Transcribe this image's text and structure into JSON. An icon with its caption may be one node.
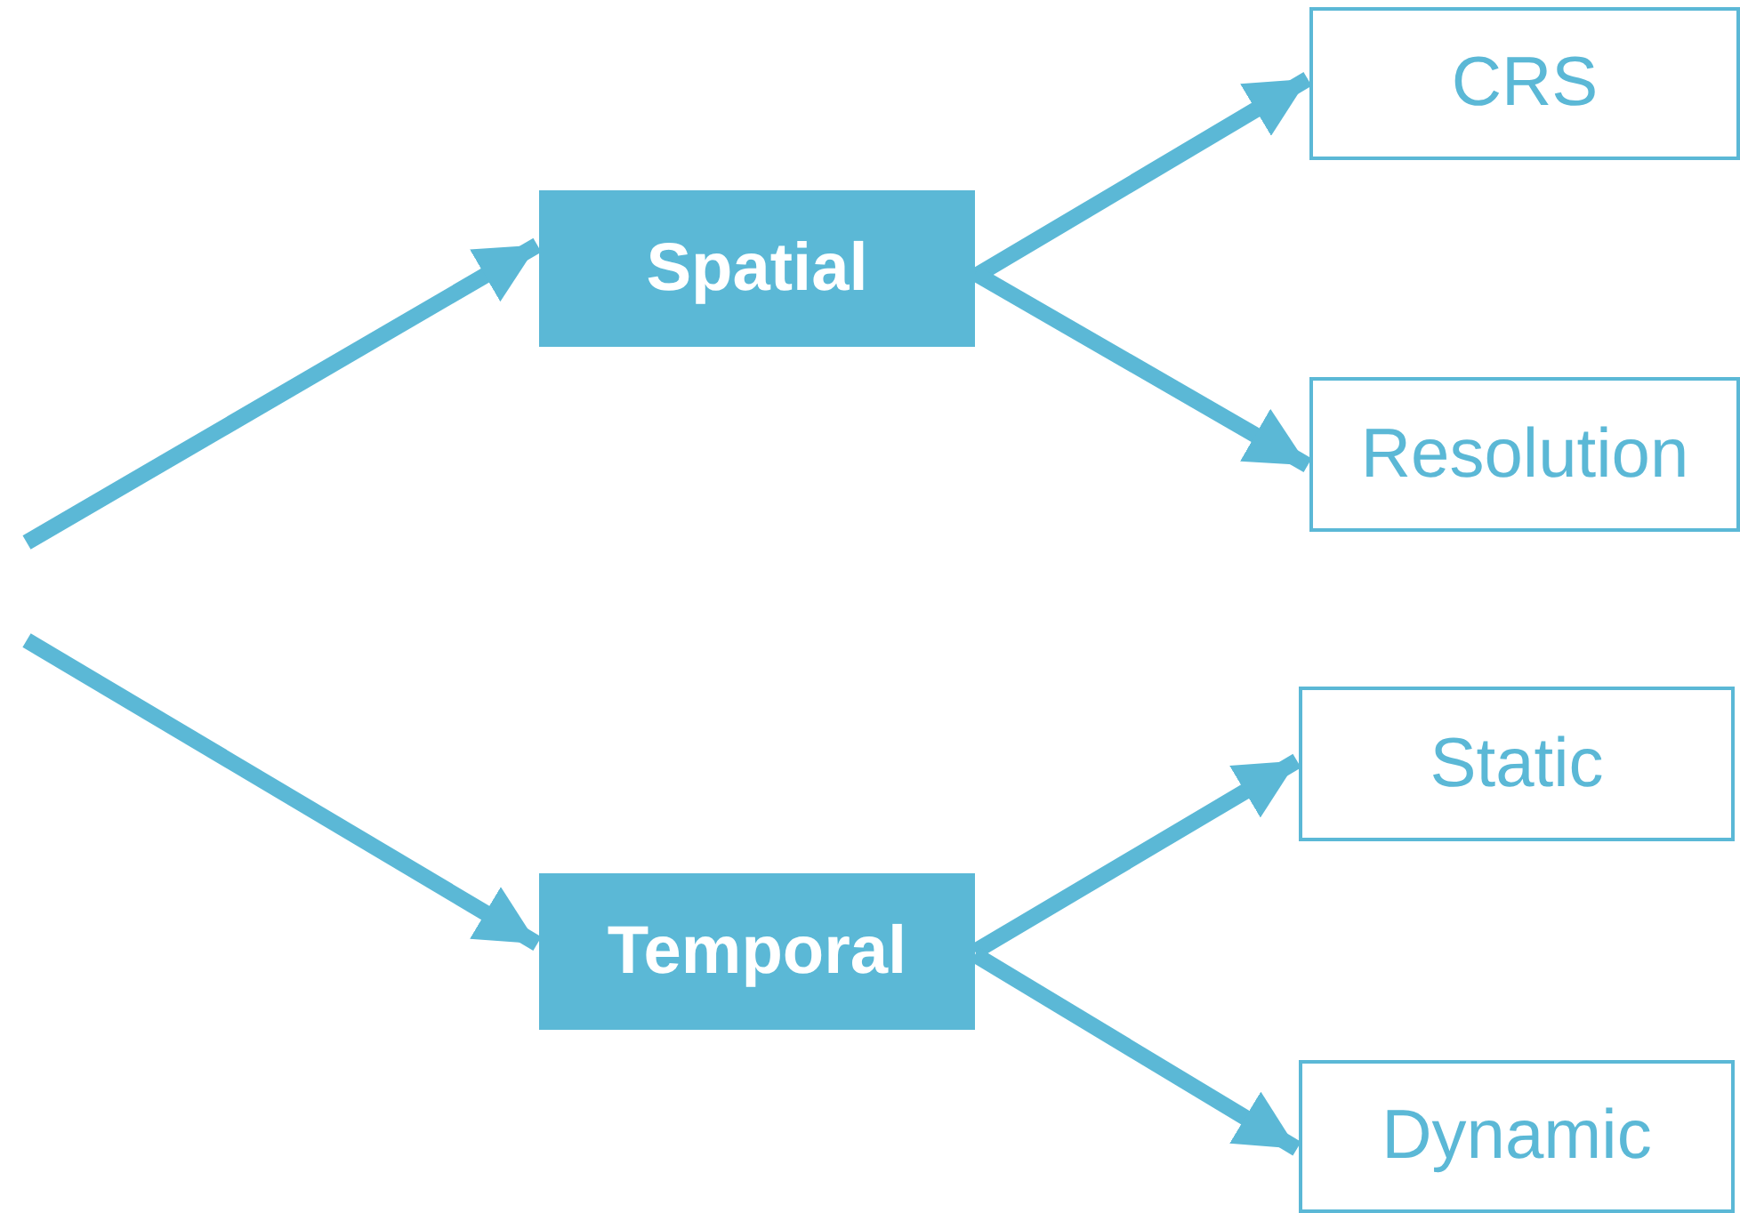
{
  "diagram": {
    "nodes": [
      {
        "text": [
          "Spatial"
        ]
      },
      {
        "text": [
          "Temporal"
        ]
      },
      {
        "text": [
          "CRS"
        ]
      },
      {
        "text": [
          "Resolution"
        ]
      },
      {
        "text": [
          "Static"
        ]
      },
      {
        "text": [
          "Dynamic"
        ]
      }
    ],
    "edges": [
      {
        "from": null,
        "to": 0,
        "arrow": "to"
      },
      {
        "from": null,
        "to": 1,
        "arrow": "to"
      },
      {
        "from": 0,
        "to": 2,
        "arrow": "to"
      },
      {
        "from": 0,
        "to": 3,
        "arrow": "to"
      },
      {
        "from": 1,
        "to": 4,
        "arrow": "to"
      },
      {
        "from": 1,
        "to": 5,
        "arrow": "to"
      }
    ]
  }
}
